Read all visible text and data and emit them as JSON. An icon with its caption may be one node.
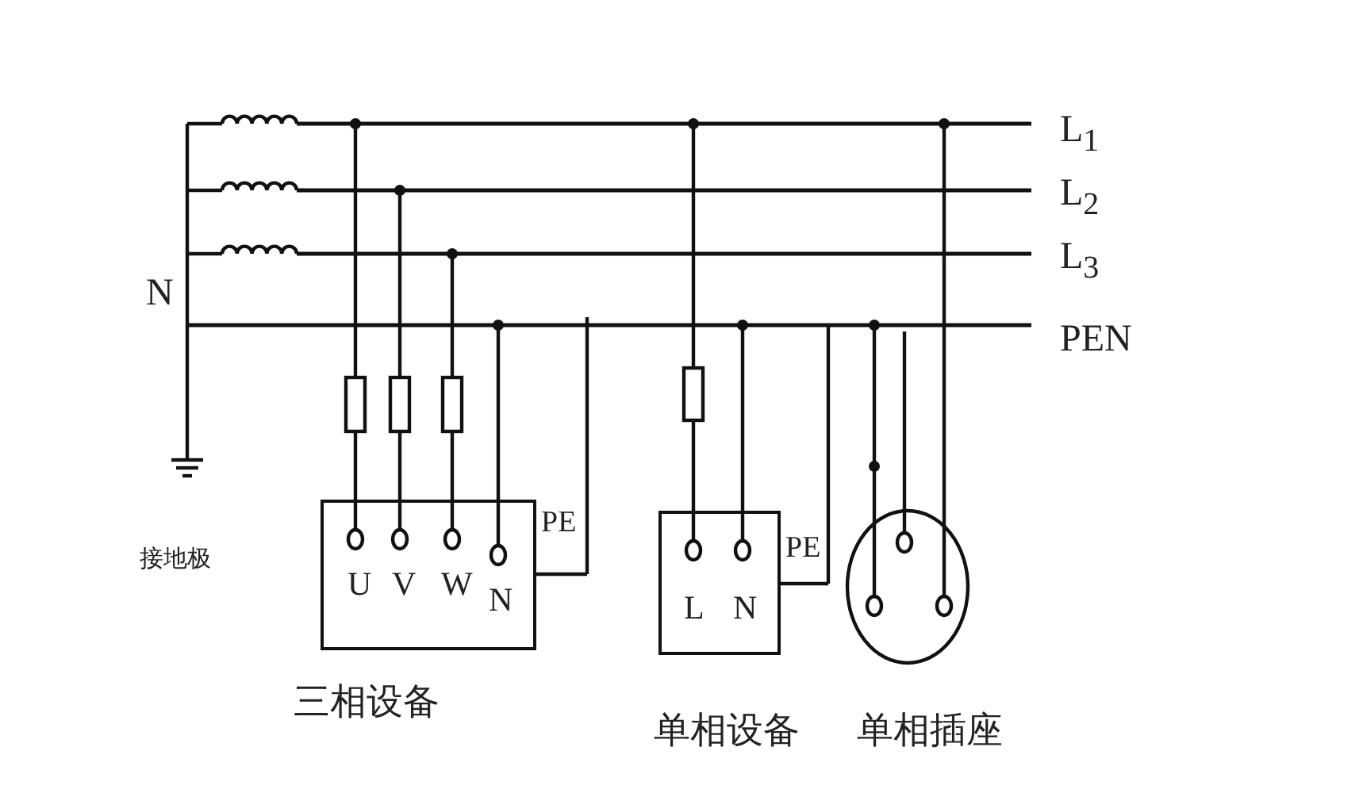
{
  "diagram": {
    "nodes": [
      {
        "text": [
          "U",
          "V",
          "W",
          "N",
          "三相设备"
        ]
      },
      {
        "text": [
          "L",
          "N",
          "单相设备"
        ]
      },
      {
        "text": [
          "单相插座"
        ]
      }
    ],
    "labels": [
      "L$_{1}$",
      "L$_{2}$",
      "L$_{3}$",
      "N",
      "PEN",
      "PE",
      "PE",
      "接地极"
    ]
  }
}
